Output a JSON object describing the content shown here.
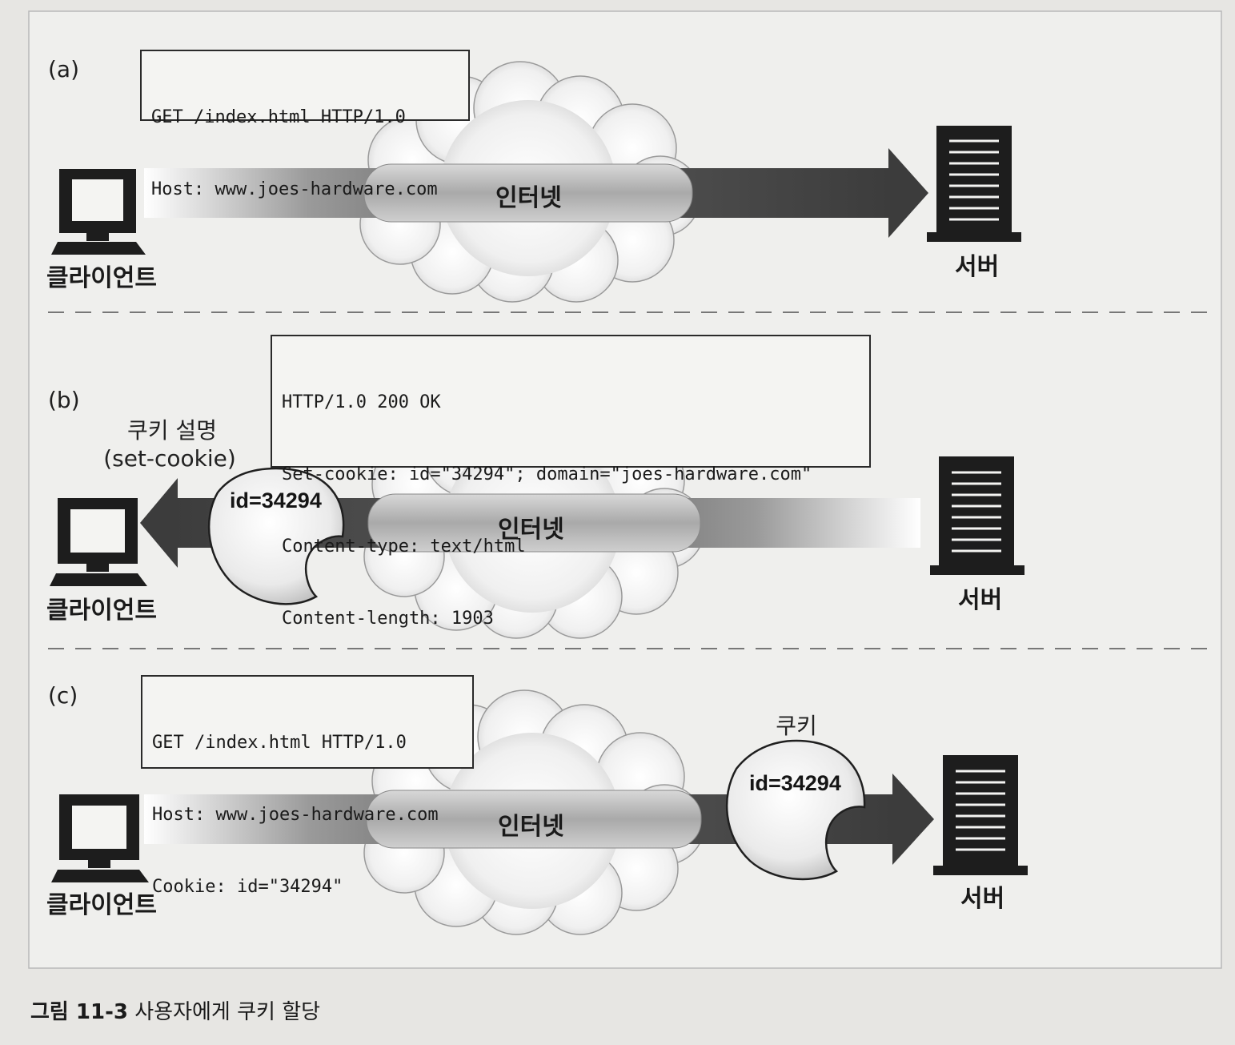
{
  "panels": [
    {
      "label": "(a)",
      "request_lines": [
        "GET /index.html HTTP/1.0",
        "Host: www.joes-hardware.com"
      ],
      "network": "인터넷",
      "client": "클라이언트",
      "server": "서버"
    },
    {
      "label": "(b)",
      "request_lines": [
        "HTTP/1.0 200 OK",
        "Set-cookie: id=\"34294\"; domain=\"joes-hardware.com\"",
        "Content-type: text/html",
        "Content-length: 1903",
        "..."
      ],
      "network": "인터넷",
      "client": "클라이언트",
      "server": "서버",
      "cookie_title": "쿠키 설명",
      "cookie_subtitle": "(set-cookie)",
      "cookie_value": "id=34294"
    },
    {
      "label": "(c)",
      "request_lines": [
        "GET /index.html HTTP/1.0",
        "Host: www.joes-hardware.com",
        "Cookie: id=\"34294\""
      ],
      "network": "인터넷",
      "client": "클라이언트",
      "server": "서버",
      "cookie_title": "쿠키",
      "cookie_value": "id=34294"
    }
  ],
  "caption": {
    "figure": "그림 11-3",
    "text": " 사용자에게 쿠키 할당"
  }
}
